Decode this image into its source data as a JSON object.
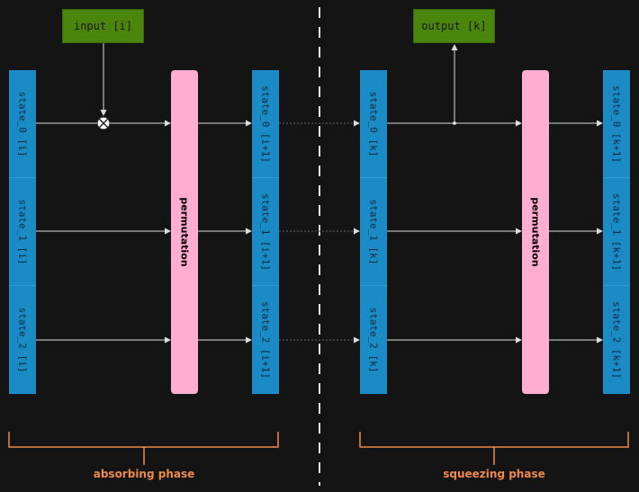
{
  "io": {
    "input_label": "input [i]",
    "output_label": "output [k]"
  },
  "permutation_label": "permutation",
  "blocks": {
    "absorb_in": [
      "state_0 [i]",
      "state_1 [i]",
      "state_2 [i]"
    ],
    "absorb_out": [
      "state_0 [i+1]",
      "state_1 [i+1]",
      "state_2 [i+1]"
    ],
    "squeeze_in": [
      "state_0 [k]",
      "state_1 [k]",
      "state_2 [k]"
    ],
    "squeeze_out": [
      "state_0 [k+1]",
      "state_1 [k+1]",
      "state_2 [k+1]"
    ]
  },
  "phases": {
    "absorbing": "absorbing phase",
    "squeezing": "squeezing phase"
  },
  "colors": {
    "state": "#1b8bc6",
    "permutation": "#ffadd0",
    "io": "#4a850c",
    "phase": "#f08a4b",
    "arrow": "#dddddd"
  }
}
